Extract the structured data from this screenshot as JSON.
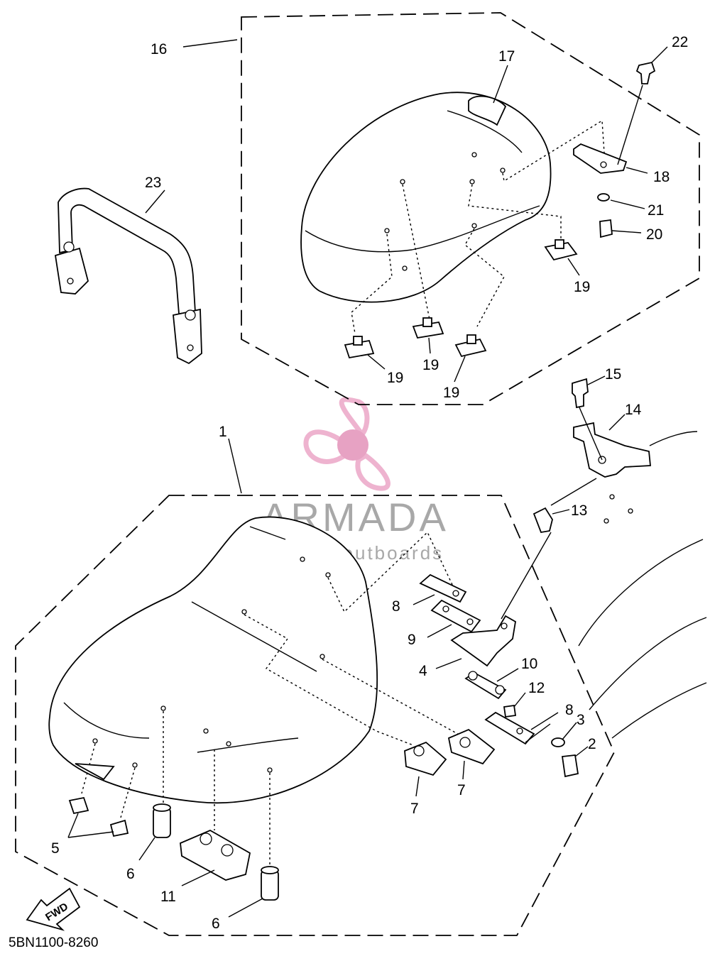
{
  "diagram_code": "5BN1100-8260",
  "watermark": {
    "brand": "ARMADA",
    "tagline": "marine outboards",
    "color_main": "#a8a8a8",
    "color_logo": "#eeb3cf",
    "color_logo_dark": "#e7a2c3"
  },
  "fwd_label": "FWD",
  "callouts": [
    {
      "id": "c16",
      "text": "16"
    },
    {
      "id": "c17",
      "text": "17"
    },
    {
      "id": "c22",
      "text": "22"
    },
    {
      "id": "c18",
      "text": "18"
    },
    {
      "id": "c21",
      "text": "21"
    },
    {
      "id": "c20",
      "text": "20"
    },
    {
      "id": "c19a",
      "text": "19"
    },
    {
      "id": "c19b",
      "text": "19"
    },
    {
      "id": "c19c",
      "text": "19"
    },
    {
      "id": "c19d",
      "text": "19"
    },
    {
      "id": "c23",
      "text": "23"
    },
    {
      "id": "c1",
      "text": "1"
    },
    {
      "id": "c15",
      "text": "15"
    },
    {
      "id": "c14",
      "text": "14"
    },
    {
      "id": "c13",
      "text": "13"
    },
    {
      "id": "c8a",
      "text": "8"
    },
    {
      "id": "c9",
      "text": "9"
    },
    {
      "id": "c4",
      "text": "4"
    },
    {
      "id": "c10",
      "text": "10"
    },
    {
      "id": "c12",
      "text": "12"
    },
    {
      "id": "c8b",
      "text": "8"
    },
    {
      "id": "c3",
      "text": "3"
    },
    {
      "id": "c2",
      "text": "2"
    },
    {
      "id": "c7a",
      "text": "7"
    },
    {
      "id": "c7b",
      "text": "7"
    },
    {
      "id": "c5",
      "text": "5"
    },
    {
      "id": "c6a",
      "text": "6"
    },
    {
      "id": "c11",
      "text": "11"
    },
    {
      "id": "c6b",
      "text": "6"
    }
  ]
}
